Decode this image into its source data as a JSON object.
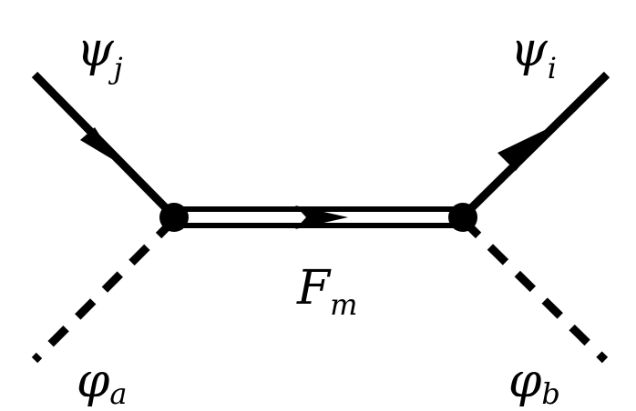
{
  "diagram": {
    "labels": {
      "psi_j": {
        "base": "ψ",
        "sub": "j"
      },
      "psi_i": {
        "base": "ψ",
        "sub": "i"
      },
      "F_m": {
        "base": "F",
        "sub": "m"
      },
      "phi_a": {
        "base": "φ",
        "sub": "a"
      },
      "phi_b": {
        "base": "φ",
        "sub": "b"
      }
    },
    "colors": {
      "line": "#000000",
      "background": "#ffffff"
    }
  }
}
